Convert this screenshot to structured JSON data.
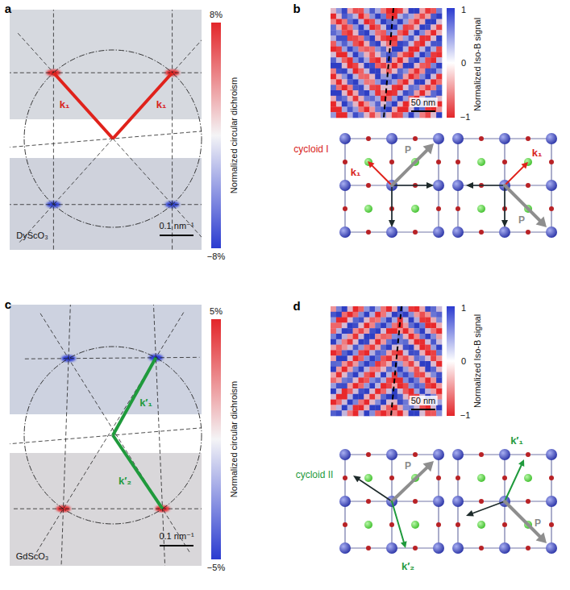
{
  "diagram": {
    "labels": [
      "a",
      "k₁",
      "k₁",
      "DyScO₃",
      "0.1 nm⁻¹",
      "8%",
      "−8%",
      "Normalized circular dichroism",
      "b",
      "Normalized Iso-B signal",
      "1",
      "0",
      "−1",
      "50 nm",
      "cycloid I",
      "k₁",
      "P",
      "k₁",
      "P",
      "c",
      "k′₁",
      "k′₂",
      "GdScO₃",
      "0.1 nm⁻¹",
      "5%",
      "−5%",
      "Normalized circular dichroism",
      "d",
      "Normalized Iso-B signal",
      "1",
      "0",
      "−1",
      "50 nm",
      "cycloid II",
      "P",
      "k′₂",
      "P",
      "k′₁"
    ]
  }
}
